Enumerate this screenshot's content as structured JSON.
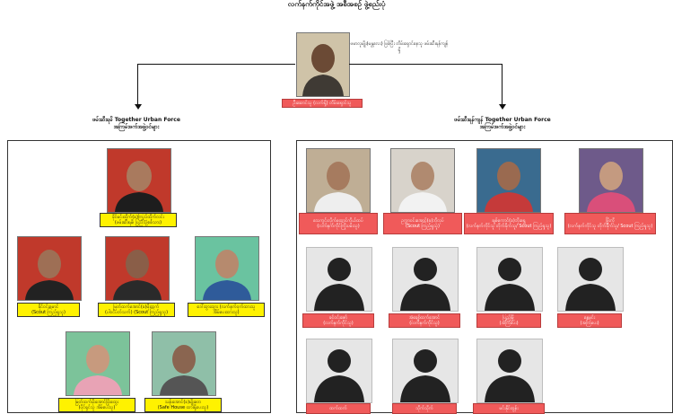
{
  "title": "လက်နက်ကိုင်အဖွဲ့ အစီအစဉ် ဖွဲ့စည်းပုံ",
  "leader": {
    "note": "ဗမာလူမျိုး(မန္တလေး) ဖြစ်ပြီး တိမ်းရှောင်နေသူ ဖမ်းဆီးရန်ကျန်ရှိ",
    "caption": "ဦးဆောင်သူ (လက်ရှိ) တိမ်းရှောင်သူ"
  },
  "left_group": {
    "heading_line1": "ဖမ်းဆီးရမိ Together Urban Force",
    "heading_line2": "အကြမ်းဖက်အဖွဲ့ဝင်များ",
    "members": [
      {
        "caption": "ခိုင်မင်းထိုက်(ခ)ကြည်ထိုက်လင်း\n(ဖမ်းဆီးရမိ၊ ပြည်သူ့စစ်သား)"
      },
      {
        "caption": "ခိုင်ဝင်းမောင်\n(Scout ကြည့်ရှုသူ)"
      },
      {
        "caption": "မြတ်ထက်အောင်(ခ)မိုးထက်\n(ပါဝင်ပတ်သက်) (Scout ကြည့်ရှုသူ)"
      },
      {
        "caption": "ဒေါ်ထွားထွား (လက်နက်ဝှက်ထားသူ\nအိမ်ပေးထားသူ)"
      },
      {
        "caption": "မြတ်ထက်မိုးအောင်ဖြိုးထွေး\n(ပိုင်ရှင်သူ အိမ်ပေးသူ)"
      },
      {
        "caption": "သန်းအောင်(ခ)မျိုးတေ\n(Safe House ထားရှိပေးသူ)"
      }
    ]
  },
  "right_group": {
    "heading_line1": "ဖမ်းဆီးရန်ကျန် Together Urban Force",
    "heading_line2": "အကြမ်းဖက်အဖွဲ့ဝင်များ",
    "members_photo": [
      {
        "caption": "သေကွင်းလိုက်ထောင်ကိုယ်ထပ်\n(လက်နက်ကိုင်ကြိုးပမ်းသူ)"
      },
      {
        "caption": "ဥက္ကာဝင်းအောင်(ခ)ဘိုလုပ်\n(Scout ကြည့်ရှုသူ)"
      },
      {
        "caption": "ချစ်ကောင်(ခ)ဘိုးရွှေ\n(လက်နက်ကိုင်သူ တိုက်ခိုက်သူ/ Scout ကြည့်ရှုသူ)"
      },
      {
        "caption": "ဖြိုးကို\n(လက်နက်ကိုင်သူ တိုက်ခိုက်သူ/ Scout ကြည့်ရှုသူ)"
      }
    ],
    "members_unknown": [
      {
        "caption": "ခင်ဝင်းဇော်\n(လက်နက်ကိုင်သူ)"
      },
      {
        "caption": "အံ့ချော်ထက်အောင်\n(လက်နက်ကိုင်သူ)"
      },
      {
        "caption": "ပြည်မြို့\n(အကြံပေး)"
      },
      {
        "caption": "နေမင်း\n(အကြံပေး)"
      },
      {
        "caption": "ထက်ထက်"
      },
      {
        "caption": "သိုက်သိုက်"
      },
      {
        "caption": "မင်းနိုင်ထွန်း"
      }
    ]
  }
}
